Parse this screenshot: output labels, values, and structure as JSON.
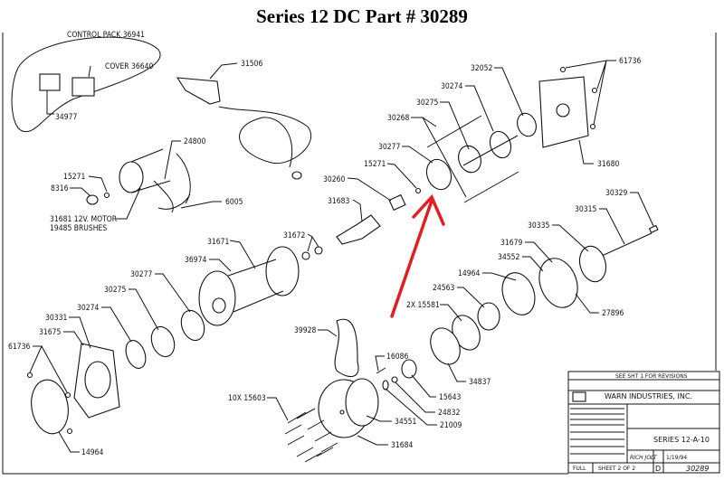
{
  "title": "Series 12 DC Part # 30289",
  "accent_color": "#e02020",
  "labels": {
    "control_pack": "CONTROL PACK 36941",
    "cover": "COVER 36640",
    "p34977": "34977",
    "p31506": "31506",
    "p24800": "24800",
    "p15271_a": "15271",
    "p8316": "8316",
    "p6005": "6005",
    "motor": "31681 12V. MOTOR",
    "brushes": "19485 BRUSHES",
    "p31671": "31671",
    "p31672": "31672",
    "p31683": "31683",
    "p30260": "30260",
    "p15271_b": "15271",
    "p30277_a": "30277",
    "p30268": "30268",
    "p30275_a": "30275",
    "p30274_a": "30274",
    "p32052": "32052",
    "p61736_a": "61736",
    "p31680": "31680",
    "p30329": "30329",
    "p30315": "30315",
    "p30335": "30335",
    "p31679": "31679",
    "p34552": "34552",
    "p14964_a": "14964",
    "p24563": "24563",
    "p15581": "2X 15581",
    "p27896": "27896",
    "p36974": "36974",
    "p30277_b": "30277",
    "p30275_b": "30275",
    "p30274_b": "30274",
    "p30331": "30331",
    "p31675": "31675",
    "p61736_b": "61736",
    "p39928": "39928",
    "p16086": "16086",
    "p34837": "34837",
    "p15643": "15643",
    "p24832": "24832",
    "p21009": "21009",
    "p34551": "34551",
    "p31684": "31684",
    "p15603": "10X 15603",
    "p14964_b": "14964"
  },
  "title_block": {
    "revisions": "SEE SHT 1 FOR REVISIONS",
    "company": "WARN INDUSTRIES, INC.",
    "drawing_title": "SERIES 12-A-10",
    "drawn_by": "RICH JOLT",
    "date": "1/19/94",
    "scale": "FULL",
    "sheet": "SHEET 2 OF 2",
    "size": "D",
    "part_number": "30289"
  }
}
